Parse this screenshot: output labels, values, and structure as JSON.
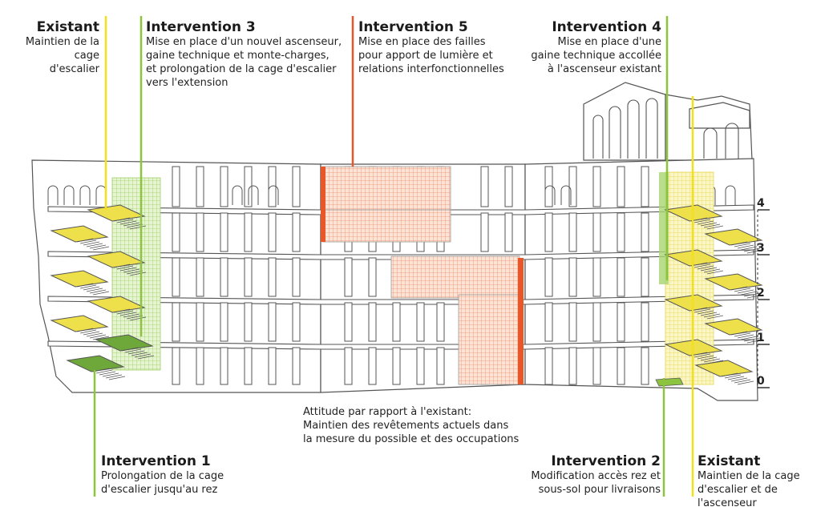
{
  "colors": {
    "existing": "#f3e01a",
    "existing_stair": "#ede04a",
    "intervention_green": "#8cc43f",
    "intervention_green_dark": "#6ea83a",
    "intervention_orange": "#e8572a",
    "mesh_orange": "#f4b79c",
    "mesh_green": "#c9e6a1",
    "mesh_yellow": "#f7ef8f",
    "outline": "#555555"
  },
  "annotations": {
    "existant_left": {
      "title": "Existant",
      "text": [
        "Maintien de la cage",
        "d'escalier"
      ]
    },
    "intervention3": {
      "title": "Intervention 3",
      "text": [
        "Mise en place d'un nouvel ascenseur,",
        "gaine technique et monte-charges,",
        "et prolongation de la cage d'escalier",
        "vers l'extension"
      ]
    },
    "intervention5": {
      "title": "Intervention 5",
      "text": [
        "Mise en place des failles",
        "pour apport de lumière et",
        "relations interfonctionnelles"
      ]
    },
    "intervention4": {
      "title": "Intervention 4",
      "text": [
        "Mise en place d'une",
        "gaine technique accollée",
        "à l'ascenseur existant"
      ]
    },
    "attitude": {
      "text": [
        "Attitude par rapport à l'existant:",
        "Maintien des revêtements actuels dans",
        "la mesure du possible et des occupations"
      ]
    },
    "intervention1": {
      "title": "Intervention 1",
      "text": [
        "Prolongation de la cage",
        "d'escalier jusqu'au rez"
      ]
    },
    "intervention2": {
      "title": "Intervention 2",
      "text": [
        "Modification accès rez et",
        "sous-sol pour livraisons"
      ]
    },
    "existant_right": {
      "title": "Existant",
      "text": [
        "Maintien de la cage",
        "d'escalier et de l'ascenseur"
      ]
    }
  },
  "levels": [
    "4",
    "3",
    "2",
    "1",
    "0"
  ]
}
